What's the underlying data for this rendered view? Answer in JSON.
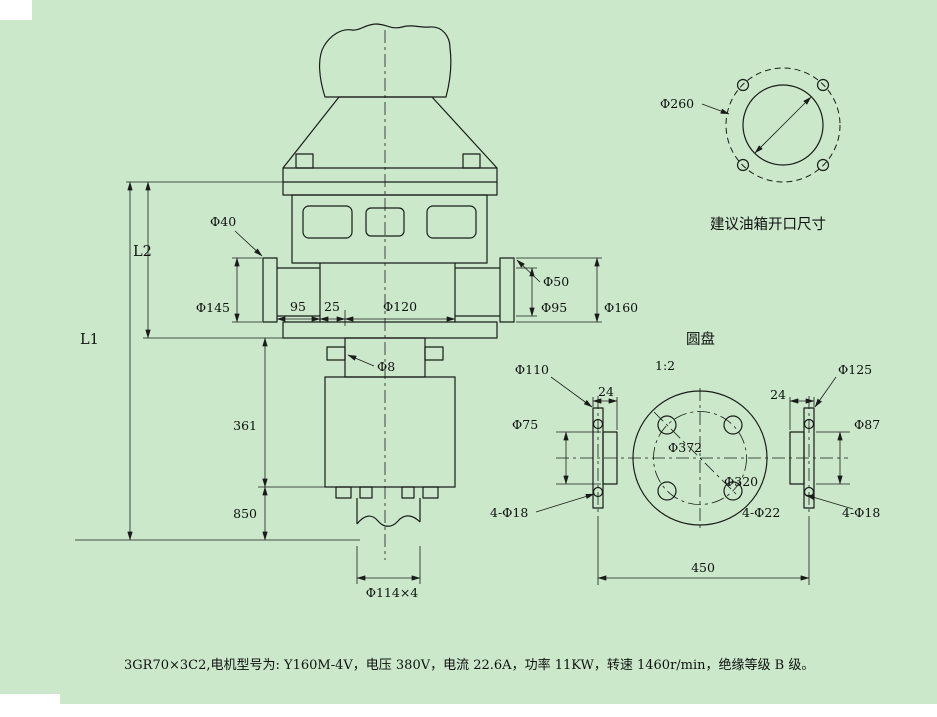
{
  "colors": {
    "background": "#cbe8cb",
    "line": "#1b1b1b"
  },
  "tank_opening": {
    "diameter": "Φ260",
    "caption": "建议油箱开口尺寸"
  },
  "main": {
    "l1": "L1",
    "l2": "L2",
    "phi40": "Φ40",
    "phi145": "Φ145",
    "d95": "95",
    "d25": "25",
    "phi120": "Φ120",
    "phi50": "Φ50",
    "phi95": "Φ95",
    "phi160": "Φ160",
    "phi8": "Φ8",
    "d361": "361",
    "d850": "850",
    "shaft_dia": "Φ114×4"
  },
  "disc": {
    "title": "圆盘",
    "scale": "1:2",
    "phi110": "Φ110",
    "phi75": "Φ75",
    "d24_left": "24",
    "d24_right": "24",
    "phi372": "Φ372",
    "phi320": "Φ320",
    "holes_left": "4-Φ18",
    "holes_mid": "4-Φ22",
    "phi125": "Φ125",
    "phi87": "Φ87",
    "holes_right": "4-Φ18",
    "d450": "450"
  },
  "spec_line": "3GR70×3C2,电机型号为: Y160M-4V，电压 380V，电流 22.6A，功率 11KW，转速 1460r/min，绝缘等级 B 级。"
}
